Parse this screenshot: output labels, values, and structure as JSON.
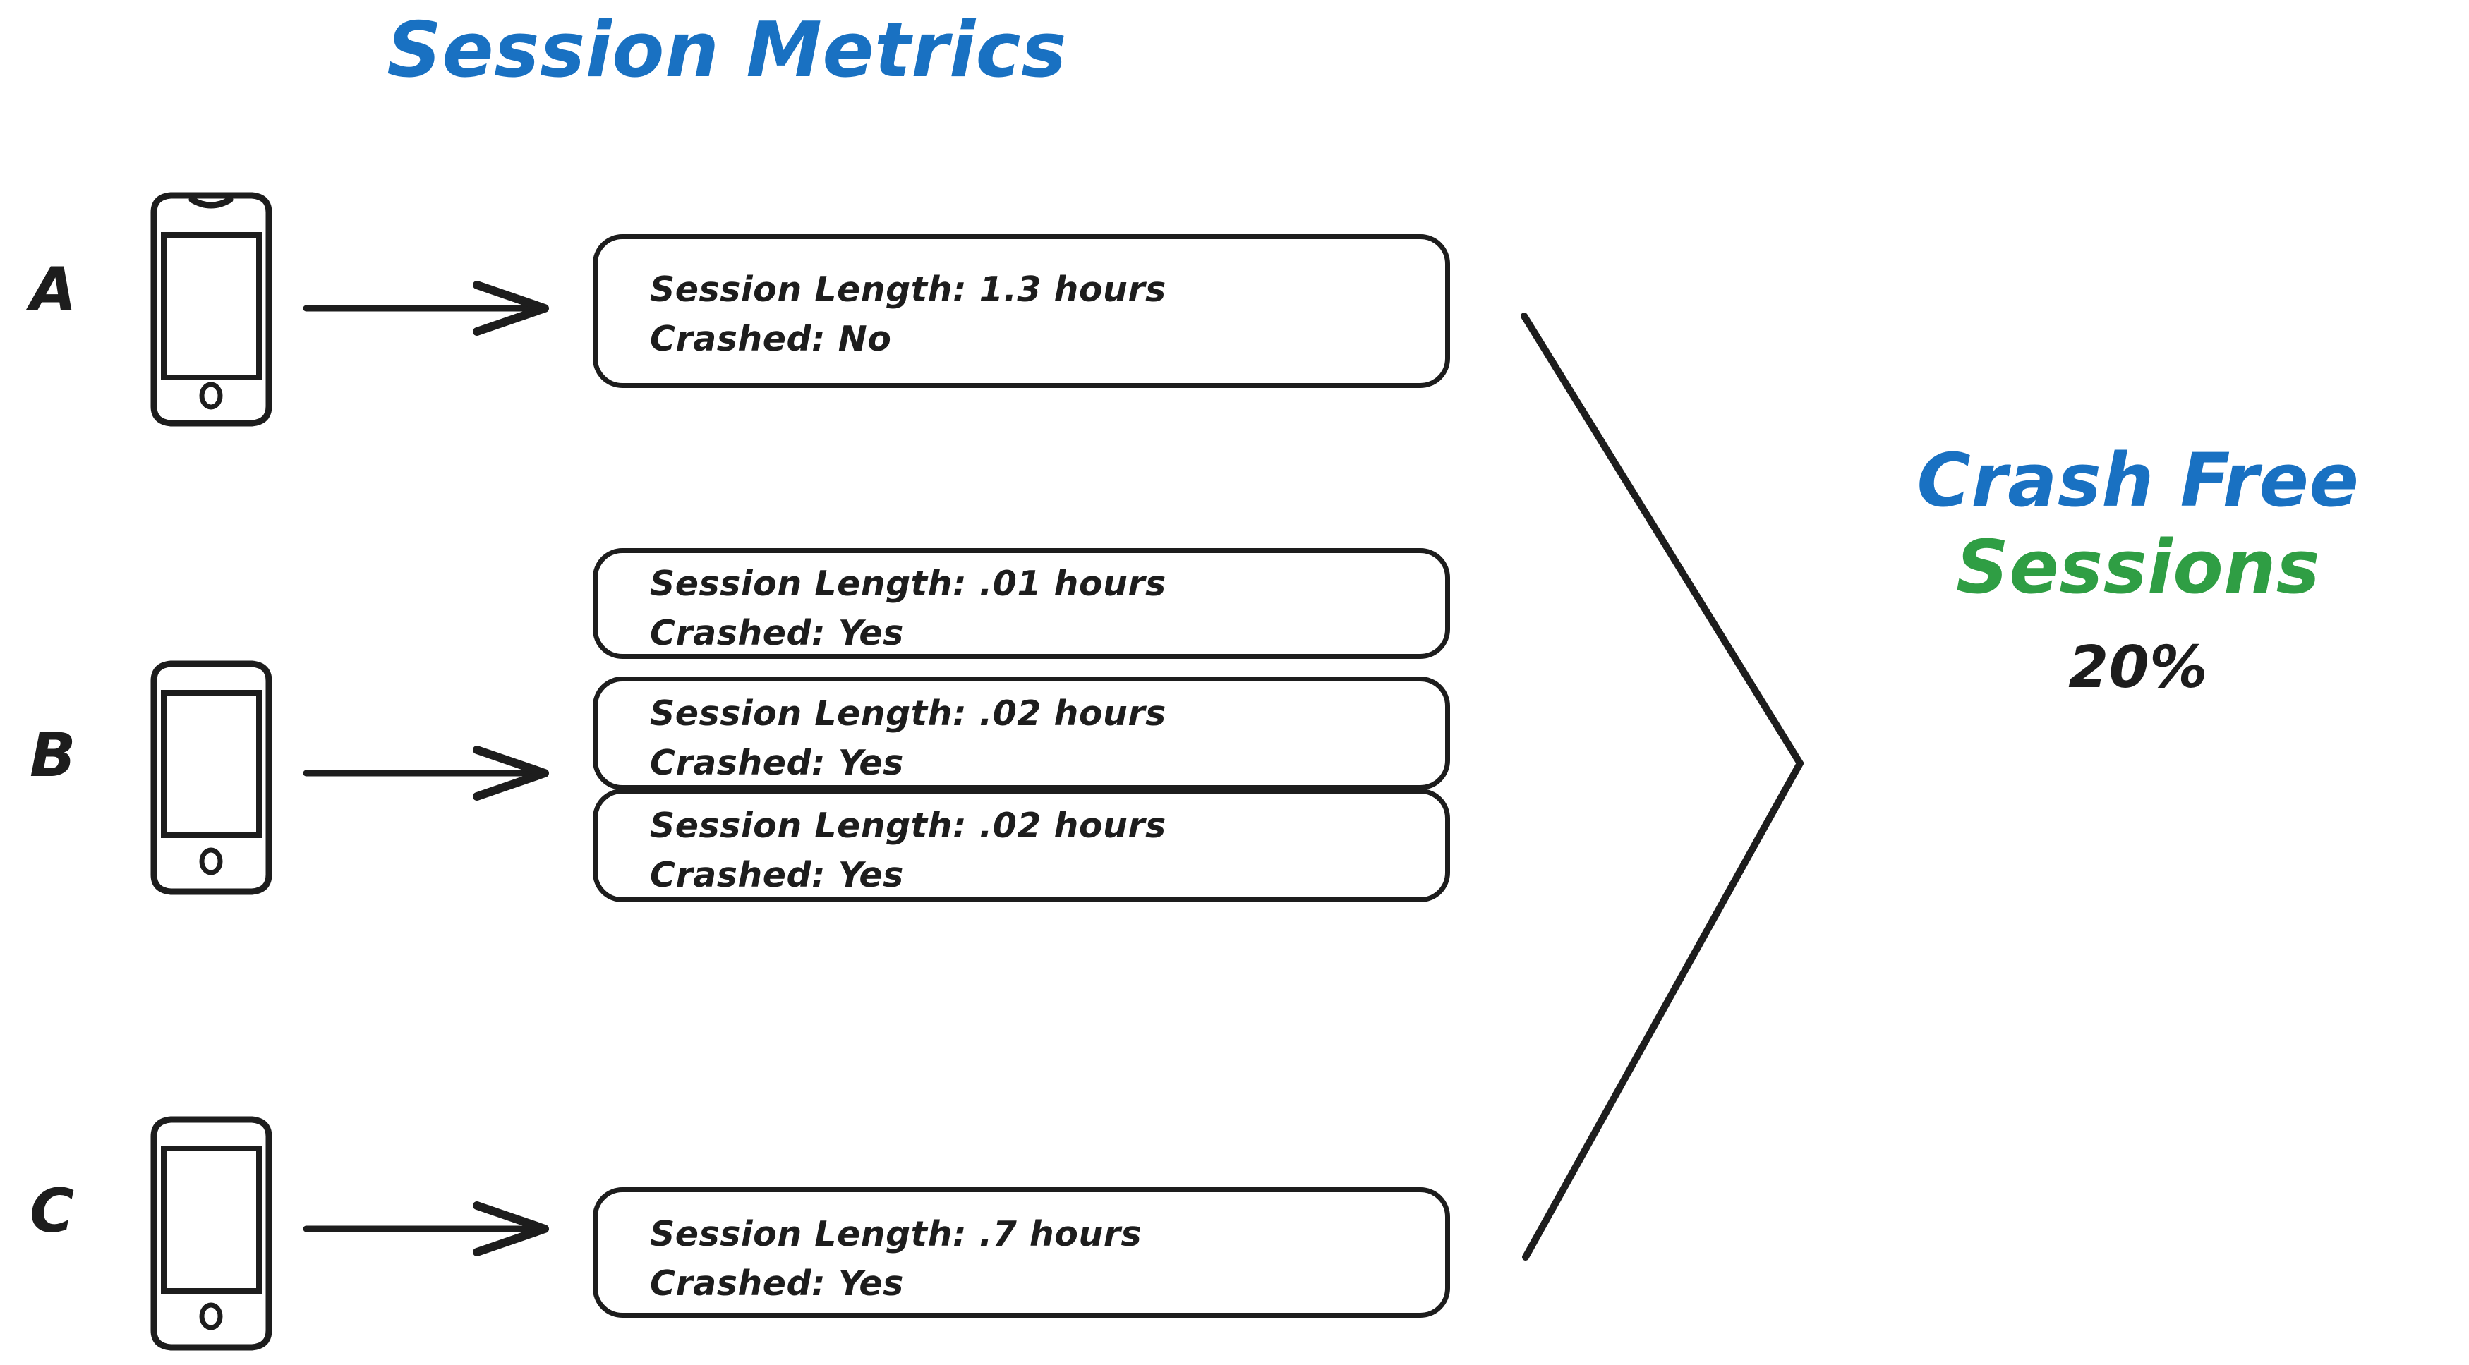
{
  "page": {
    "title": "Session Metrics",
    "background": "#ffffff"
  },
  "colors": {
    "blue": "#1971c2",
    "green": "#2f9e44",
    "ink": "#1d1d1d"
  },
  "devices": [
    {
      "label": "A",
      "icon": "smartphone-icon",
      "arrow": "arrow-right-icon",
      "sessions": [
        {
          "session_length": "Session Length: 1.3 hours",
          "crashed": "Crashed: No",
          "length_hours": 1.3,
          "crashed_value": "No"
        }
      ]
    },
    {
      "label": "B",
      "icon": "smartphone-icon",
      "arrow": "arrow-right-icon",
      "sessions": [
        {
          "session_length": "Session Length: .01 hours",
          "crashed": "Crashed: Yes",
          "length_hours": 0.01,
          "crashed_value": "Yes"
        },
        {
          "session_length": "Session Length: .02 hours",
          "crashed": "Crashed: Yes",
          "length_hours": 0.02,
          "crashed_value": "Yes"
        },
        {
          "session_length": "Session Length: .02 hours",
          "crashed": "Crashed: Yes",
          "length_hours": 0.02,
          "crashed_value": "Yes"
        }
      ]
    },
    {
      "label": "C",
      "icon": "smartphone-icon",
      "arrow": "arrow-right-icon",
      "sessions": [
        {
          "session_length": "Session Length: .7 hours",
          "crashed": "Crashed: Yes",
          "length_hours": 0.7,
          "crashed_value": "Yes"
        }
      ]
    }
  ],
  "summary": {
    "line1": "Crash Free",
    "line2": "Sessions",
    "value": "20%",
    "bracket": "chevron-bracket"
  }
}
